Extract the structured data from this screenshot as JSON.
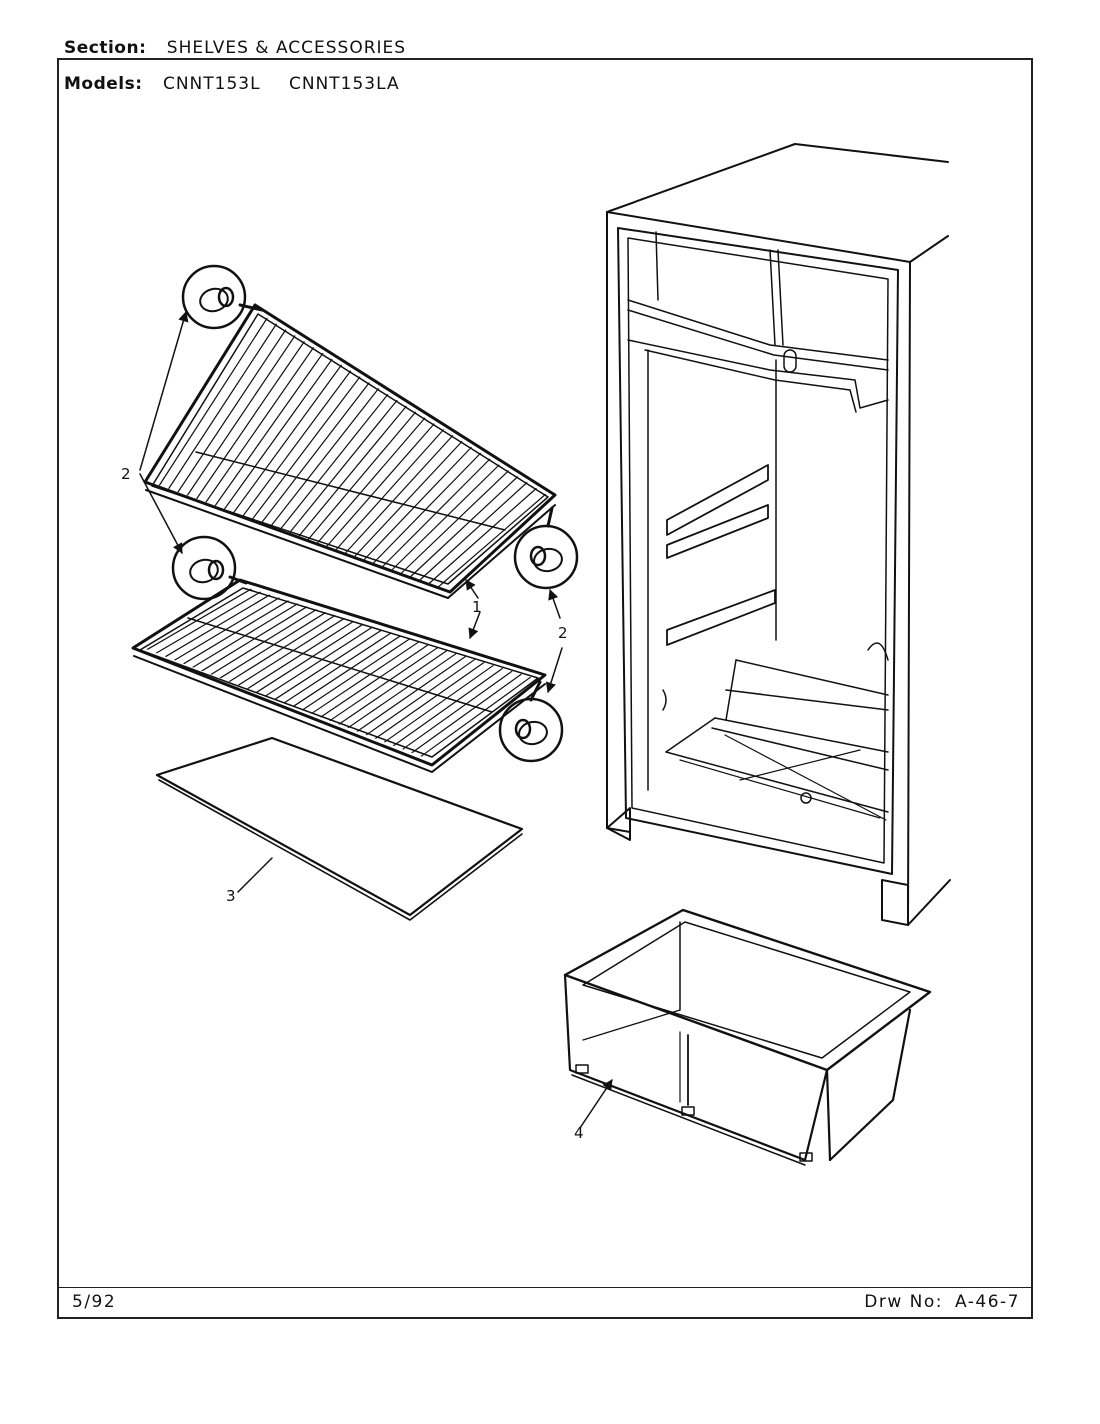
{
  "header": {
    "section_label": "Section:",
    "section_value": "SHELVES & ACCESSORIES",
    "models_label": "Models:",
    "models": [
      "CNNT153L",
      "CNNT153LA"
    ]
  },
  "callouts": {
    "shelf": "1",
    "end_cap_left": "2",
    "end_cap_right": "2",
    "glass_cover": "3",
    "crisper_pan": "4"
  },
  "footer": {
    "date": "5/92",
    "drawing_label": "Drw No:",
    "drawing_number": "A-46-7"
  }
}
